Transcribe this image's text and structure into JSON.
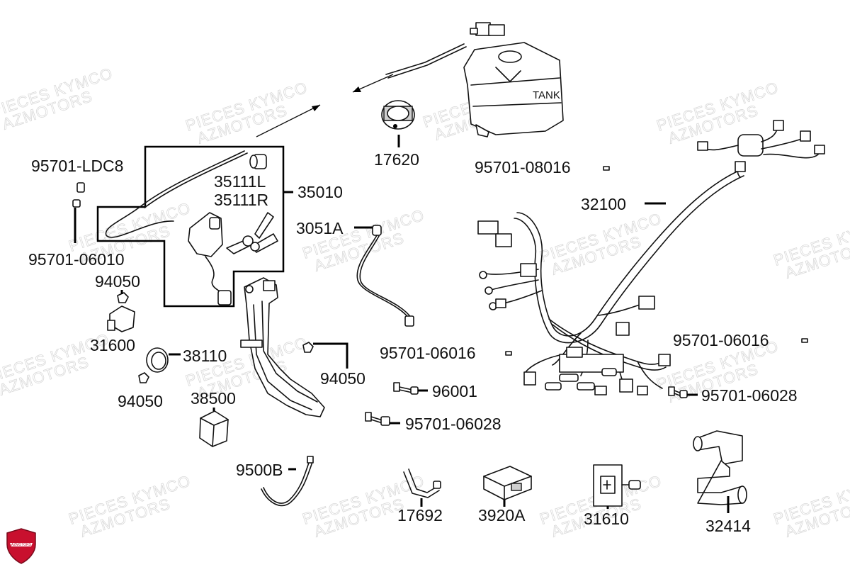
{
  "labels": {
    "p_95701_LDC8": "95701-LDC8",
    "p_35111L": "35111L",
    "p_35111R": "35111R",
    "p_35010": "35010",
    "p_95701_06010": "95701-06010",
    "p_94050_a": "94050",
    "p_31600": "31600",
    "p_38110": "38110",
    "p_94050_b": "94050",
    "p_38500": "38500",
    "p_94050_c": "94050",
    "p_17620": "17620",
    "p_3051A": "3051A",
    "p_95701_08016": "95701-08016",
    "p_32100": "32100",
    "p_95701_06016_a": "95701-06016",
    "p_95701_06016_b": "95701-06016",
    "p_96001": "96001",
    "p_95701_06028_a": "95701-06028",
    "p_95701_06028_b": "95701-06028",
    "p_9500B": "9500B",
    "p_17692": "17692",
    "p_3920A": "3920A",
    "p_31610": "31610",
    "p_32414": "32414",
    "tank": "TANK"
  },
  "watermark": {
    "line1": "PIECES KYMCO",
    "line2": "AZMOTORS"
  },
  "logo": {
    "text": "AZMOTORS",
    "color": "#c8102e"
  }
}
